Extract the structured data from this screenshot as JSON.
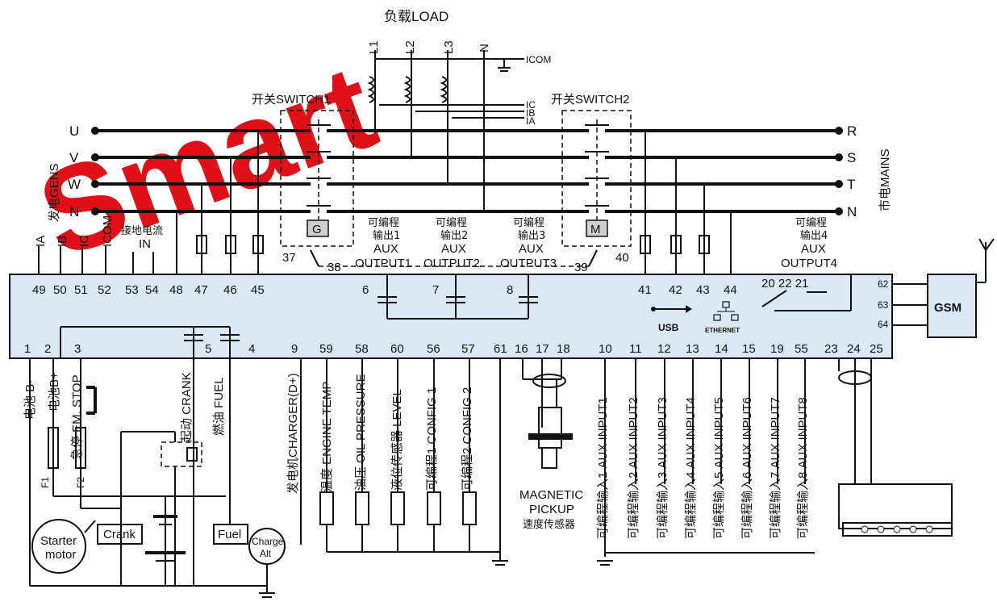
{
  "load": {
    "title": "负载LOAD",
    "phases": [
      "L1",
      "L2",
      "L3",
      "N"
    ],
    "icom": "ICOM",
    "ct_labels": [
      "IC",
      "IB",
      "IA"
    ]
  },
  "genset": {
    "label": "发电GENS",
    "phases": [
      "U",
      "V",
      "W",
      "N"
    ]
  },
  "mains": {
    "label": "市电MAINS",
    "phases": [
      "R",
      "S",
      "T",
      "N"
    ]
  },
  "switch1": {
    "title": "开关SWITCH1",
    "box": "G"
  },
  "switch2": {
    "title": "开关SWITCH2",
    "box": "M"
  },
  "top_inputs": [
    {
      "label": "IA",
      "pin": "49"
    },
    {
      "label": "IB",
      "pin": "50"
    },
    {
      "label": "IC",
      "pin": "51"
    },
    {
      "label": "ICOM",
      "pin": "52"
    }
  ],
  "earth_current": {
    "cn": "接地电流",
    "en": "IN",
    "pins": [
      "53",
      "54"
    ]
  },
  "top_pins_other": [
    "48",
    "47",
    "46",
    "45",
    "37",
    "38",
    "39",
    "40",
    "41",
    "42",
    "43",
    "44"
  ],
  "outputs": [
    {
      "cn": "可编程",
      "cn2": "输出1",
      "en": "AUX",
      "en2": "OUTPUT1",
      "pin": "6"
    },
    {
      "cn": "可编程",
      "cn2": "输出2",
      "en": "AUX",
      "en2": "OUTPUT2",
      "pin": "7"
    },
    {
      "cn": "可编程",
      "cn2": "输出3",
      "en": "AUX",
      "en2": "OUTPUT3",
      "pin": "8"
    },
    {
      "cn": "可编程",
      "cn2": "输出4",
      "en": "AUX",
      "en2": "OUTPUT4",
      "pin": "20 22 21"
    }
  ],
  "gsm": {
    "label": "GSM",
    "pins": [
      "62",
      "63",
      "64"
    ]
  },
  "usb": "USB",
  "ethernet": "ETHERNET",
  "bottom_pins": [
    "1",
    "2",
    "3",
    "5",
    "4",
    "9",
    "59",
    "58",
    "60",
    "56",
    "57",
    "61",
    "16",
    "17",
    "18",
    "10",
    "11",
    "12",
    "13",
    "14",
    "15",
    "19",
    "55",
    "23",
    "24",
    "25"
  ],
  "bottom_labels": {
    "batt_neg": "电池 B-",
    "batt_pos": "电池B+",
    "estop": "急停 EM. STOP",
    "crank": "起动 CRANK",
    "fuel": "燃油 FUEL",
    "charger": "发电机CHARGER(D+)",
    "engine_temp": "温度 ENGINE TEMP",
    "oil_pressure": "油压 OIL PRESSURE",
    "level": "液位传感器 LEVEL",
    "config1": "可编程1 CONFIG 1",
    "config2": "可编程2 CONFIG 2",
    "aux_inputs": [
      "可编程输入1 AUX INPUT1",
      "可编程输入2 AUX INPUT2",
      "可编程输入3 AUX INPUT3",
      "可编程输入4 AUX INPUT4",
      "可编程输入5 AUX INPUT5",
      "可编程输入6 AUX INPUT6",
      "可编程输入7 AUX INPUT7",
      "可编程输入8 AUX INPUT8"
    ]
  },
  "pickup": {
    "line1": "MAGNETIC",
    "line2": "PICKUP",
    "cn": "速度传感器"
  },
  "fuses": {
    "f1": "F1",
    "f2": "F2"
  },
  "components": {
    "starter": "Starter",
    "starter2": "motor",
    "crank_relay": "Crank",
    "fuel": "Fuel",
    "charge": "Charge",
    "charge2": "Alt"
  },
  "watermark": "Smart",
  "colors": {
    "controller_fill": "#dbe9f7",
    "watermark": "#e01018"
  }
}
